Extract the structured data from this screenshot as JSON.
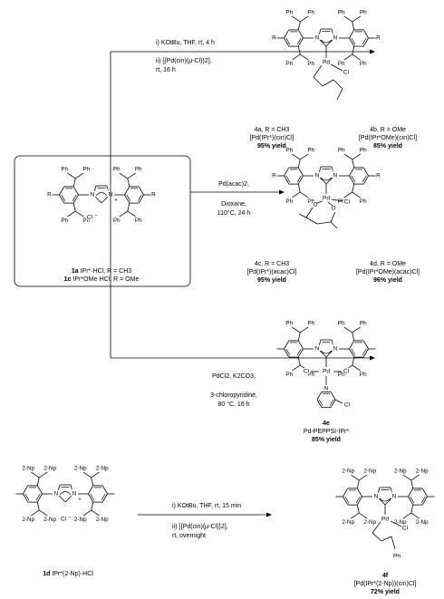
{
  "conditions": {
    "a_step1": "i) KOtBu, THF, rt, 4 h",
    "a_step2": "ii) [{Pd(cin)(μ-Cl)}2],",
    "a_step3": "rt, 16 h",
    "b_line1": "Pd(acac)2,",
    "b_line2": "Dioxane,",
    "b_line3": "110°C, 24 h",
    "c_line1": "PdCl2, K2CO3,",
    "c_line2": "3-chloropyridine,",
    "c_line3": "80 °C, 16 h",
    "d_step1": "i) KOtBu, THF, rt, 15 min",
    "d_step2": "ii) [{Pd(cin)(μ-Cl)}2],",
    "d_step3": "rt, overnight"
  },
  "starting_material": {
    "line1_id": "1a",
    "line1_text": "IPr*·HCl, R = CH3",
    "line2_id": "1c",
    "line2_text": "IPr*OMe·HCl, R = OMe",
    "counter_ion": "Cl",
    "charge": "+",
    "r_group": "R"
  },
  "products": {
    "p4a": {
      "id": "4a, R = CH3",
      "name": "[Pd(IPr*)(cin)Cl]",
      "yield": "95% yield"
    },
    "p4b": {
      "id": "4b, R = OMe",
      "name": "[Pd(IPr*OMe)(cin)Cl]",
      "yield": "85% yield"
    },
    "p4c": {
      "id": "4c, R = CH3",
      "name": "[Pd(IPr*)(acac)Cl]",
      "yield": "95% yield"
    },
    "p4d": {
      "id": "4d, R = OMe",
      "name": "[Pd(IPr*OMe)(acac)Cl]",
      "yield": "96% yield"
    },
    "p4e": {
      "id": "4e",
      "name": "Pd-PEPPSI-IPr*",
      "yield": "85% yield"
    },
    "p4f": {
      "id": "4f",
      "name": "[Pd(IPr*(2-Np))(cin)Cl]",
      "yield": "72% yield"
    }
  },
  "np_material": {
    "id": "1d",
    "name": "IPr*(2-Np)·HCl",
    "counter_ion": "Cl",
    "charge": "+"
  },
  "atom_labels": {
    "ph": "Ph",
    "np": "2-Np",
    "n": "N",
    "pd": "Pd",
    "cl": "Cl",
    "o": "O",
    "r": "R"
  }
}
